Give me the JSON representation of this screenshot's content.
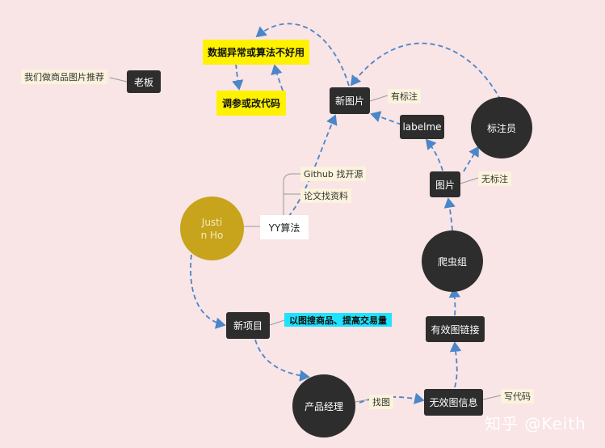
{
  "nodes": {
    "boss_note": "我们做商品图片推荐",
    "boss": "老板",
    "data_abnormal": "数据异常或算法不好用",
    "tune_code": "调参或改代码",
    "new_image": "新图片",
    "labeled_note": "有标注",
    "labelme": "labelme",
    "annotator": "标注员",
    "image": "图片",
    "unlabeled_note": "无标注",
    "github_note": "Github 找开源",
    "paper_note": "论文找资料",
    "yy_algo": "YY算法",
    "justin_line1": "Justi",
    "justin_line2": "n Ho",
    "crawler": "爬虫组",
    "valid_link": "有效图链接",
    "new_project": "新项目",
    "project_goal": "以图搜商品、提高交易量",
    "pm": "产品经理",
    "find_image": "找图",
    "invalid_info": "无效图信息",
    "write_code": "写代码"
  },
  "watermark": "知乎 @Keith",
  "colors": {
    "background": "#f9e4e6",
    "dark_node": "#2d2d2d",
    "highlight_yellow": "#fef200",
    "highlight_cyan": "#1ee3ff",
    "justin_gold": "#c8a41c",
    "arrow_blue": "#4a86c8",
    "connector_gray": "#9a9a9a"
  }
}
